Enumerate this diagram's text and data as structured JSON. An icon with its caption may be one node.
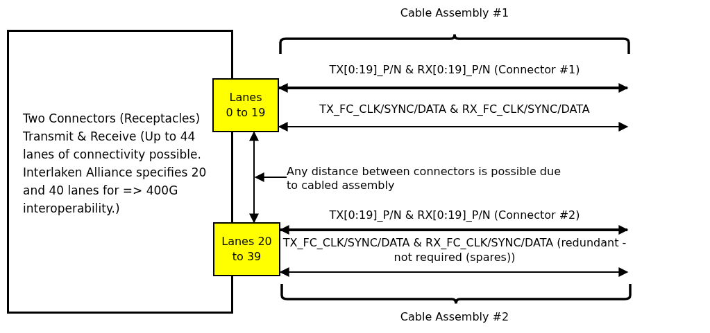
{
  "diagram": {
    "nodes": [
      {
        "text": [
          "Two Connectors (Receptacles) Transmit & Receive (Up to 44 lanes of connectivity possible. Interlaken Alliance specifies 20 and 40 lanes for => 400G interoperability.)"
        ]
      },
      {
        "text": [
          "Lanes 0 to 19"
        ]
      },
      {
        "text": [
          "Lanes 20 to 39"
        ]
      },
      {
        "text": [
          "Any distance between connectors is possible due to cabled assembly"
        ]
      }
    ],
    "edges": [
      {
        "from": 1,
        "to": null,
        "arrow": "both",
        "style": "thick",
        "label": "TX[0:19]_P/N & RX[0:19]_P/N (Connector #1)"
      },
      {
        "from": 1,
        "to": null,
        "arrow": "both",
        "label": "TX_FC_CLK/SYNC/DATA & RX_FC_CLK/SYNC/DATA"
      },
      {
        "from": 1,
        "to": 2,
        "arrow": "both"
      },
      {
        "from": 3,
        "to": null,
        "arrow": "to"
      },
      {
        "from": 2,
        "to": null,
        "arrow": "both",
        "style": "thick",
        "label": "TX[0:19]_P/N & RX[0:19]_P/N (Connector #2)"
      },
      {
        "from": 2,
        "to": null,
        "arrow": "both",
        "label": "TX_FC_CLK/SYNC/DATA & RX_FC_CLK/SYNC/DATA (redundant - not required (spares))"
      }
    ],
    "labels": [
      "Cable Assembly #1",
      "Cable Assembly #2"
    ]
  }
}
